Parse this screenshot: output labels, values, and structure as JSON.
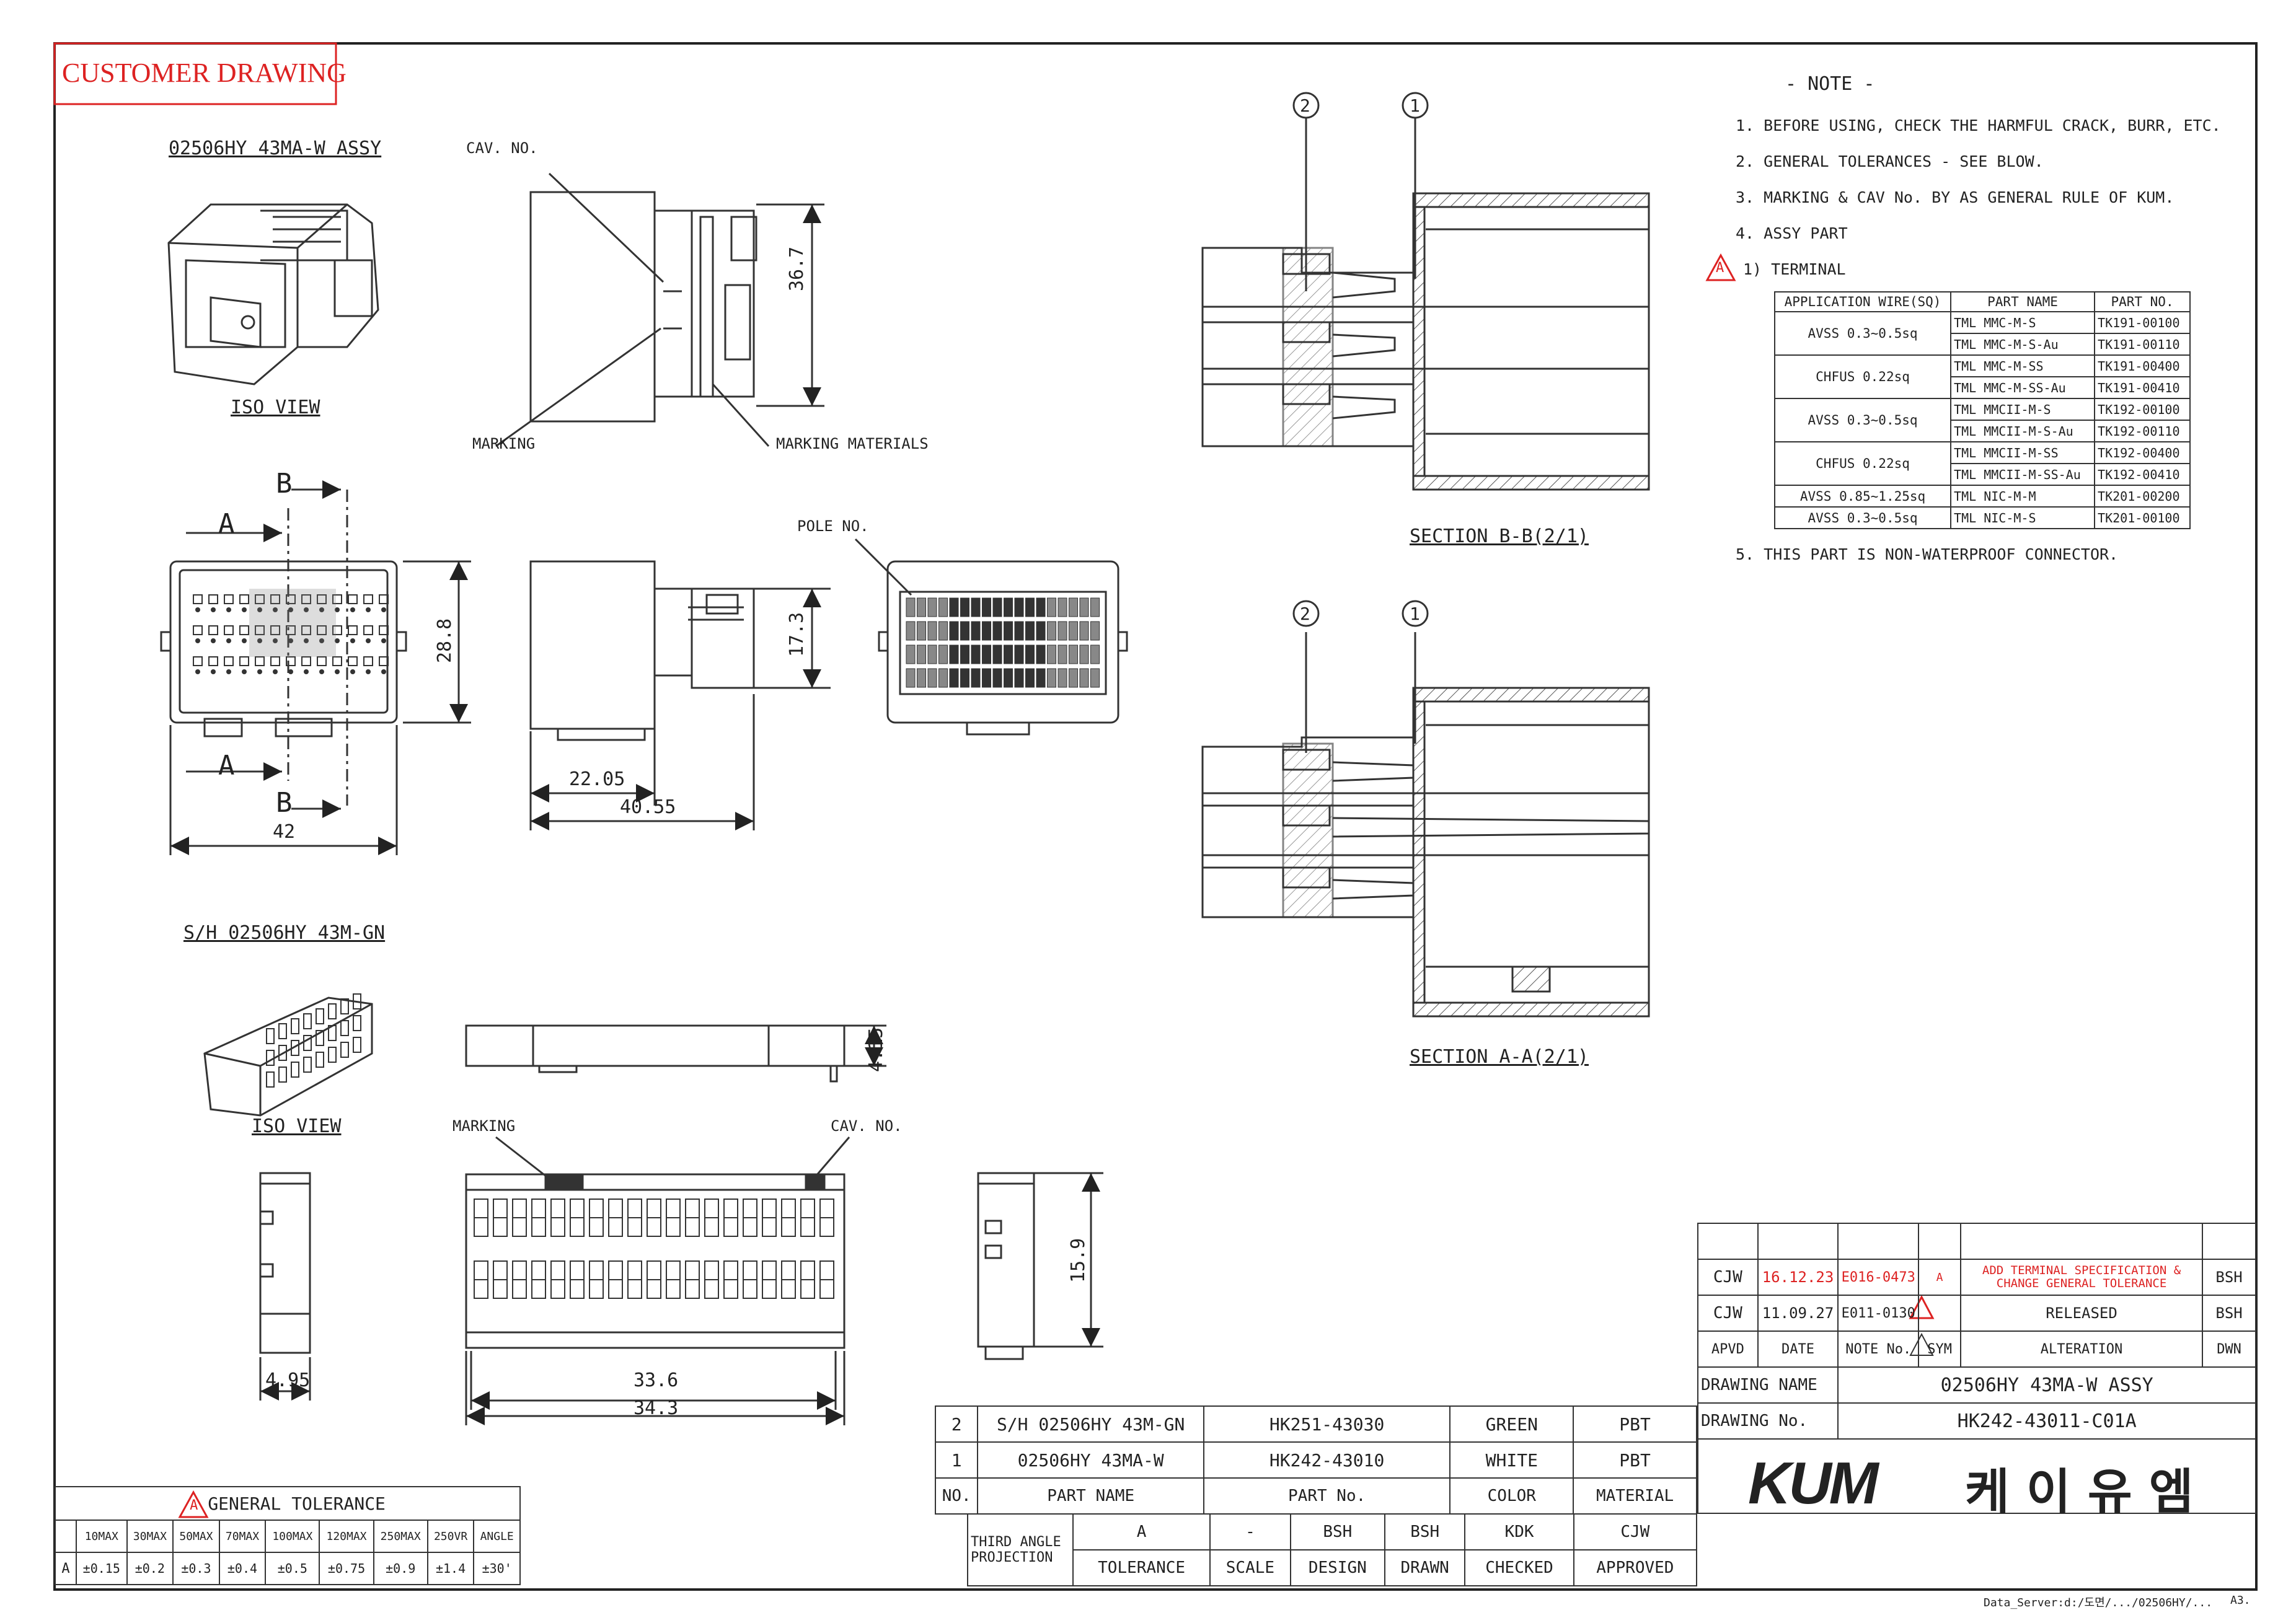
{
  "header": {
    "badge": "CUSTOMER DRAWING"
  },
  "views": {
    "assy_title": "02506HY 43MA-W ASSY",
    "iso_view": "ISO VIEW",
    "cav_no": "CAV. NO.",
    "marking": "MARKING",
    "marking_materials": "MARKING MATERIALS",
    "pole_no": "POLE NO.",
    "dim_36_7": "36.7",
    "dim_28_8": "28.8",
    "dim_17_3": "17.3",
    "dim_22_05": "22.05",
    "dim_40_55": "40.55",
    "dim_42": "42",
    "label_a": "A",
    "label_b": "B",
    "sh_title": "S/H 02506HY 43M-GN",
    "iso_view2": "ISO VIEW",
    "marking2": "MARKING",
    "cav_no2": "CAV. NO.",
    "dim_4_15": "4.15",
    "dim_15_9": "15.9",
    "dim_4_95": "4.95",
    "dim_33_6": "33.6",
    "dim_34_3": "34.3",
    "section_bb": "SECTION B-B(2/1)",
    "section_aa": "SECTION A-A(2/1)",
    "balloon_1": "1",
    "balloon_2": "2"
  },
  "notes": {
    "title": "- NOTE -",
    "n1": "1. BEFORE USING, CHECK THE HARMFUL CRACK, BURR, ETC.",
    "n2": "2. GENERAL TOLERANCES - SEE BLOW.",
    "n3": "3. MARKING & CAV No. BY AS GENERAL RULE OF KUM.",
    "n4": "4. ASSY PART",
    "rev_tag": "A",
    "n4_1": "1) TERMINAL",
    "n5": "5. THIS PART IS NON-WATERPROOF CONNECTOR."
  },
  "terminal_table": {
    "headers": [
      "APPLICATION WIRE(SQ)",
      "PART NAME",
      "PART NO."
    ],
    "groups": [
      {
        "wire": "AVSS 0.3~0.5sq",
        "rows": [
          [
            "TML MMC-M-S",
            "TK191-00100"
          ],
          [
            "TML MMC-M-S-Au",
            "TK191-00110"
          ]
        ]
      },
      {
        "wire": "CHFUS 0.22sq",
        "rows": [
          [
            "TML MMC-M-SS",
            "TK191-00400"
          ],
          [
            "TML MMC-M-SS-Au",
            "TK191-00410"
          ]
        ]
      },
      {
        "wire": "AVSS 0.3~0.5sq",
        "rows": [
          [
            "TML MMCII-M-S",
            "TK192-00100"
          ],
          [
            "TML MMCII-M-S-Au",
            "TK192-00110"
          ]
        ]
      },
      {
        "wire": "CHFUS 0.22sq",
        "rows": [
          [
            "TML MMCII-M-SS",
            "TK192-00400"
          ],
          [
            "TML MMCII-M-SS-Au",
            "TK192-00410"
          ]
        ]
      },
      {
        "wire": "AVSS 0.85~1.25sq",
        "rows": [
          [
            "TML NIC-M-M",
            "TK201-00200"
          ]
        ]
      },
      {
        "wire": "AVSS 0.3~0.5sq",
        "rows": [
          [
            "TML NIC-M-S",
            "TK201-00100"
          ]
        ]
      }
    ]
  },
  "tolerance": {
    "title": "GENERAL TOLERANCE",
    "rev": "A",
    "headers": [
      "10MAX",
      "30MAX",
      "50MAX",
      "70MAX",
      "100MAX",
      "120MAX",
      "250MAX",
      "250VR",
      "ANGLE"
    ],
    "row_label": "A",
    "values": [
      "±0.15",
      "±0.2",
      "±0.3",
      "±0.4",
      "±0.5",
      "±0.75",
      "±0.9",
      "±1.4",
      "±30'"
    ]
  },
  "revisions": [
    {
      "by": "CJW",
      "date": "16.12.23",
      "note": "E016-0473",
      "sym": "A",
      "alteration": "ADD TERMINAL SPECIFICATION & CHANGE GENERAL TOLERANCE",
      "approved": "BSH"
    },
    {
      "by": "CJW",
      "date": "11.09.27",
      "note": "E011-0130",
      "sym": "",
      "alteration": "RELEASED",
      "approved": "BSH"
    }
  ],
  "revision_headers": {
    "apvd": "APVD",
    "date": "DATE",
    "note": "NOTE No.",
    "sym": "SYM",
    "alteration": "ALTERATION",
    "dwn": "DWN"
  },
  "bom": {
    "rows": [
      {
        "no": "2",
        "name": "S/H 02506HY 43M-GN",
        "part_no": "HK251-43030",
        "color": "GREEN",
        "material": "PBT"
      },
      {
        "no": "1",
        "name": "02506HY 43MA-W",
        "part_no": "HK242-43010",
        "color": "WHITE",
        "material": "PBT"
      }
    ],
    "headers": {
      "no": "NO.",
      "name": "PART NAME",
      "part_no": "PART No.",
      "color": "COLOR",
      "material": "MATERIAL"
    }
  },
  "title_block": {
    "projection": "THIRD ANGLE PROJECTION",
    "tolerance_val": "A",
    "scale_val": "-",
    "design_val": "BSH",
    "drawn_val": "BSH",
    "checked_val": "KDK",
    "approved_val": "CJW",
    "tolerance_lbl": "TOLERANCE",
    "scale_lbl": "SCALE",
    "design_lbl": "DESIGN",
    "drawn_lbl": "DRAWN",
    "checked_lbl": "CHECKED",
    "approved_lbl": "APPROVED",
    "drawing_name_lbl": "DRAWING NAME",
    "drawing_name": "02506HY 43MA-W ASSY",
    "drawing_no_lbl": "DRAWING No.",
    "drawing_no": "HK242-43011-C01A",
    "logo": "KUM",
    "company": "케 이 유 엠"
  },
  "footer": {
    "path": "Data_Server:d:/도면/.../02506HY/...",
    "sheet": "A3."
  }
}
